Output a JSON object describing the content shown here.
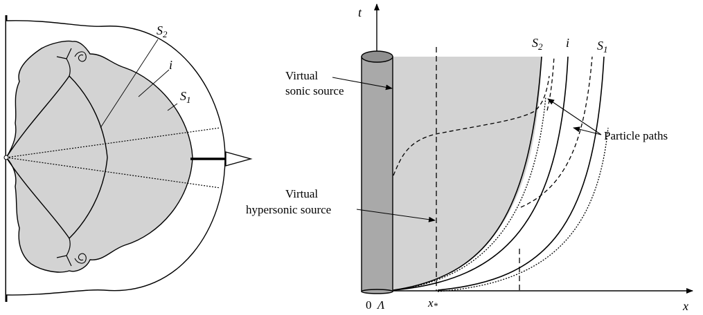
{
  "left_panel": {
    "labels": {
      "s2": "S",
      "s2_sub": "2",
      "i": "i",
      "s1": "S",
      "s1_sub": "1"
    }
  },
  "right_panel": {
    "axis_t": "t",
    "axis_x": "x",
    "tick_0": "0",
    "tick_lambda": "Λ",
    "tick_xstar": "x",
    "tick_xstar_sub": "*",
    "curve_labels": {
      "s2": "S",
      "s2_sub": "2",
      "i": "i",
      "s1": "S",
      "s1_sub": "1"
    },
    "annotations": {
      "sonic_line1": "Virtual",
      "sonic_line2": "sonic source",
      "hypersonic_line1": "Virtual",
      "hypersonic_line2": "hypersonic source",
      "particle_paths": "Particle paths"
    }
  },
  "colors": {
    "shaded": "#d3d3d3",
    "cylinder": "#a9a9a9",
    "cylinder_top": "#8f8f8f",
    "stroke": "#000000"
  }
}
